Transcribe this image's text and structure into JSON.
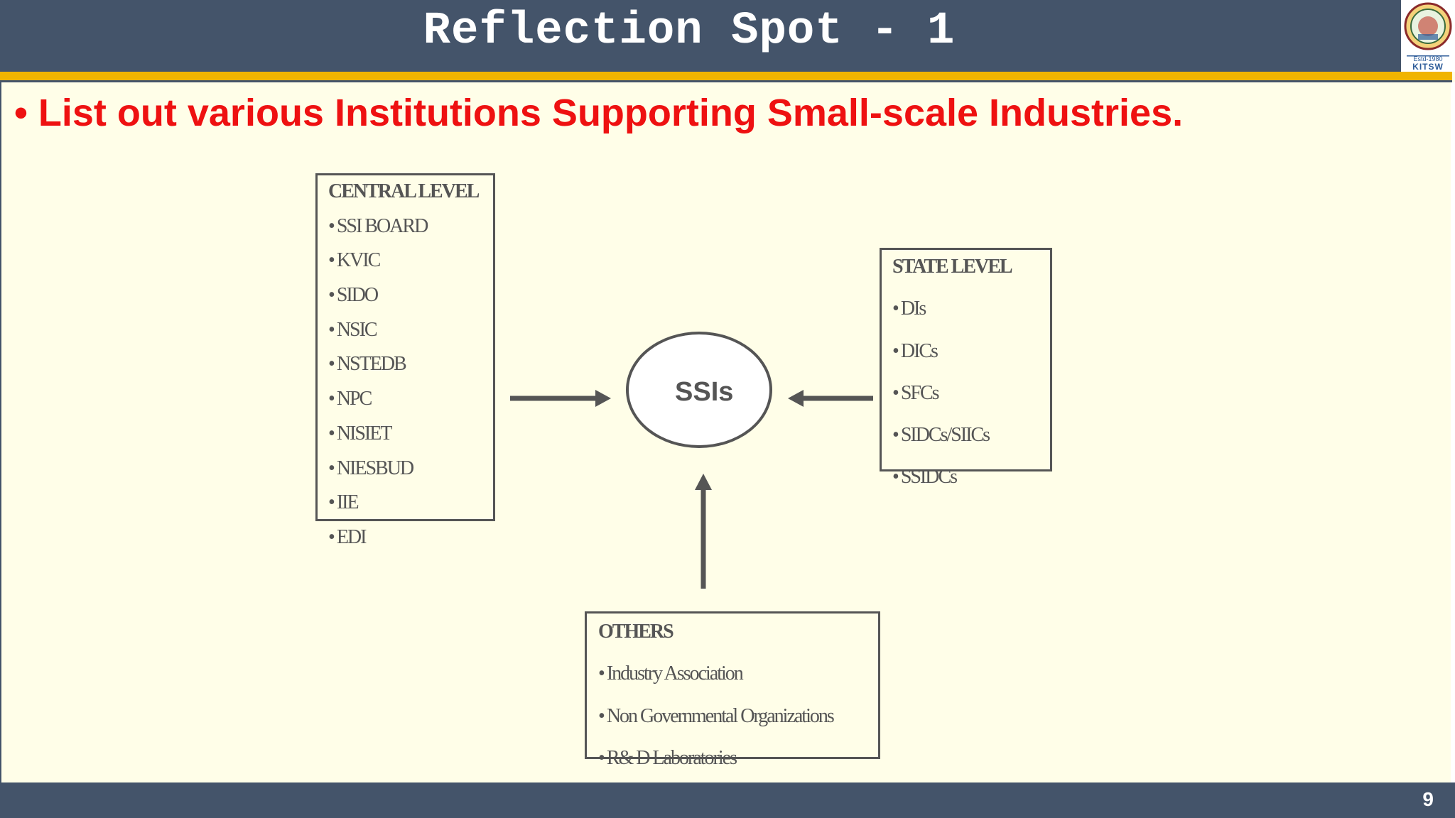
{
  "slide": {
    "title": "Reflection Spot - 1",
    "question": "• List out various Institutions Supporting Small-scale Industries.",
    "page_number": "9"
  },
  "logo": {
    "motto_text": "Estd-1980",
    "institute_abbr": "KITSW"
  },
  "diagram": {
    "center": {
      "label": "SSIs"
    },
    "central_level": {
      "heading": "CENTRAL LEVEL",
      "items": [
        "SSI BOARD",
        "KVIC",
        "SIDO",
        "NSIC",
        "NSTEDB",
        "NPC",
        "NISIET",
        "NIESBUD",
        "IIE",
        "EDI"
      ]
    },
    "state_level": {
      "heading": "STATE LEVEL",
      "items": [
        "DIs",
        "DICs",
        "SFCs",
        "SIDCs/SIICs",
        "SSIDCs"
      ]
    },
    "others": {
      "heading": "OTHERS",
      "items": [
        "Industry Association",
        "Non Governmental Organizations",
        "R& D Laboratories"
      ]
    }
  },
  "colors": {
    "header_bg": "#44546a",
    "header_rule": "#f0b400",
    "slide_bg": "#fffee8",
    "question_text": "#ee1111",
    "diagram_gray": "#555555"
  }
}
